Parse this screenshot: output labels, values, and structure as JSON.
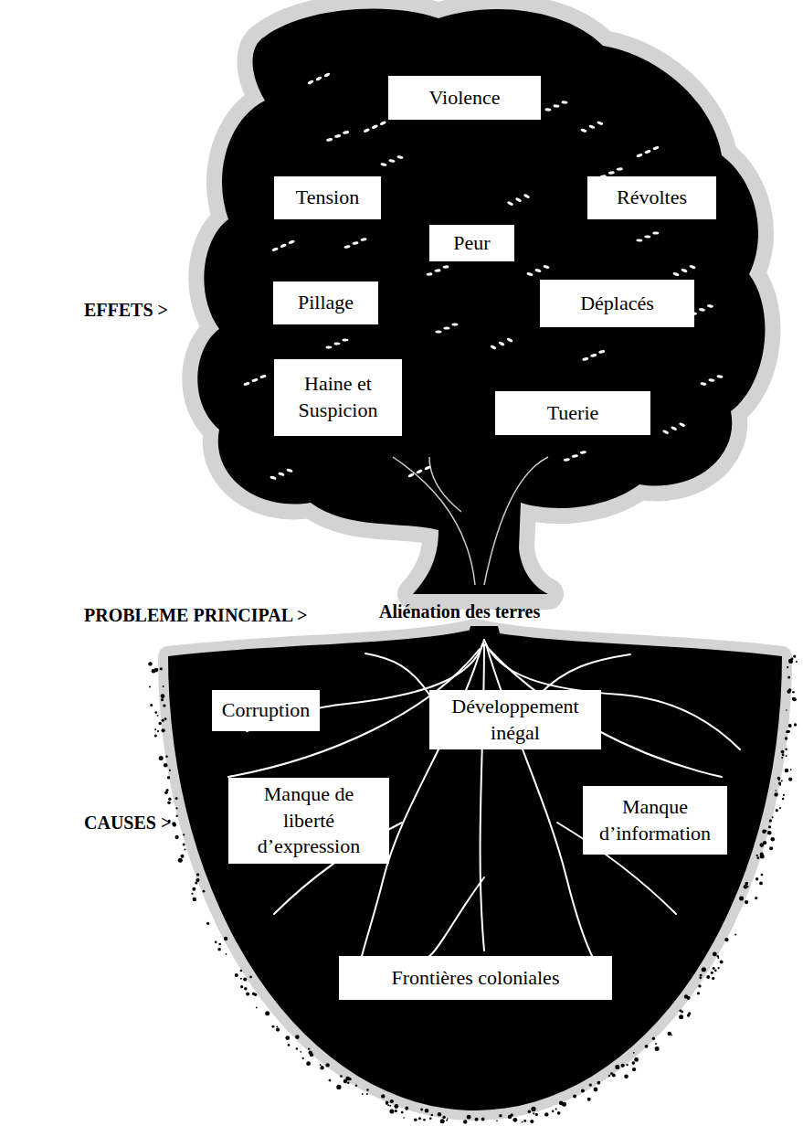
{
  "diagram": {
    "nodes": [
      {
        "text": [
          "Violence"
        ]
      },
      {
        "text": [
          "Tension"
        ]
      },
      {
        "text": [
          "Révoltes"
        ]
      },
      {
        "text": [
          "Peur"
        ]
      },
      {
        "text": [
          "Pillage"
        ]
      },
      {
        "text": [
          "Déplacés"
        ]
      },
      {
        "text": [
          "Haine et Suspicion"
        ]
      },
      {
        "text": [
          "Tuerie"
        ]
      },
      {
        "text": [
          "Corruption"
        ]
      },
      {
        "text": [
          "Développement inégal"
        ]
      },
      {
        "text": [
          "Manque de liberté d’expression"
        ]
      },
      {
        "text": [
          "Manque d’information"
        ]
      },
      {
        "text": [
          "Frontières coloniales"
        ]
      }
    ],
    "edges": [],
    "labels": [
      "EFFETS >",
      "PROBLEME PRINCIPAL >",
      "Aliénation des terres",
      "CAUSES >"
    ]
  }
}
